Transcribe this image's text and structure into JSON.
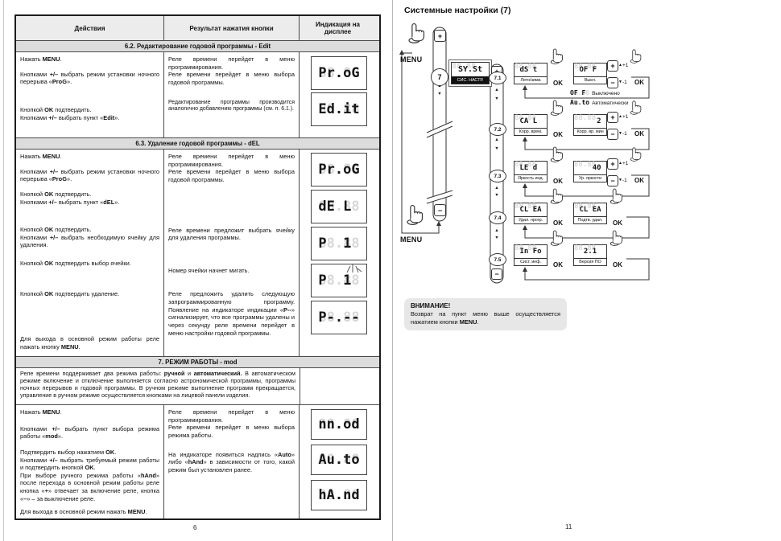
{
  "left_page": {
    "page_number": "6",
    "headers": {
      "actions": "Действия",
      "result": "Результат нажатия кнопки",
      "indication": "Индикация на дисплее"
    },
    "s62": {
      "title": "6.2. Редактирование годовой программы - Edit",
      "a1": [
        "Нажать ",
        {
          "b": "MENU"
        },
        "."
      ],
      "a2": [
        "Кнопками ",
        {
          "b": "+/–"
        },
        " выбрать режим установки ночного перерыва «",
        {
          "b": "ProG"
        },
        "»."
      ],
      "a3": [
        "Кнопкой ",
        {
          "b": "OK"
        },
        " подтвердить."
      ],
      "a4": [
        "Кнопками ",
        {
          "b": "+/–"
        },
        " выбрать пункт «",
        {
          "b": "Edit"
        },
        "»."
      ],
      "r1": "Реле времени перейдет в меню программирования.",
      "r2": "Реле времени перейдет в меню выбора годовой программы.",
      "r3": "Редактирование программы производится аналогично добавлению программы (см. п. 6.1.).",
      "d1": {
        "lit": "Pr.oG",
        "ghost": "88.88"
      },
      "d2": {
        "lit": "Ed.it",
        "ghost": "88.88"
      }
    },
    "s63": {
      "title": "6.3. Удаление годовой программы - dEL",
      "a1": [
        "Нажать ",
        {
          "b": "MENU"
        },
        "."
      ],
      "a2": [
        "Кнопками ",
        {
          "b": "+/–"
        },
        " выбрать режим установки ночного перерыва «",
        {
          "b": "ProG"
        },
        "»."
      ],
      "a3": [
        "Кнопкой ",
        {
          "b": "OK"
        },
        " подтвердить."
      ],
      "a4": [
        "Кнопками ",
        {
          "b": "+/–"
        },
        " выбрать пункт «",
        {
          "b": "dEL"
        },
        "»."
      ],
      "a5": [
        "Кнопкой ",
        {
          "b": "OK"
        },
        " подтвердить."
      ],
      "a6": [
        "Кнопками ",
        {
          "b": "+/–"
        },
        " выбрать необходимую ячейку для удаления."
      ],
      "a7": [
        "Кнопкой ",
        {
          "b": "OK"
        },
        " подтвердить выбор ячейки."
      ],
      "a8": [
        "Кнопкой ",
        {
          "b": "OK"
        },
        " подтвердить удаление."
      ],
      "a9": [
        "Для выхода в основной режим работы реле нажать кнопку ",
        {
          "b": "MENU"
        },
        "."
      ],
      "r1": "Реле времени перейдет в меню программирования.",
      "r2": "Реле времени перейдет в меню выбора годовой программы.",
      "r3": "Реле времени предложит выбрать ячейку для удаления программы.",
      "r4": "Номер ячейки начнет мигать.",
      "r5": [
        "Реле предложить удалить следующую запрограммированную программу. Появление на индикаторе индикации «",
        {
          "b": "P--"
        },
        "» сигнализирует, что все программы удалены и через секунду реле времени перейдет в меню настройки годовой программы."
      ],
      "d1": {
        "lit": "Pr.oG",
        "ghost": "88.88"
      },
      "d2": {
        "lit": "dE L ",
        "ghost": "88.88"
      },
      "d3": {
        "lit": "P  1 ",
        "ghost": "88.88"
      },
      "d4": {
        "lit": "P  1 ",
        "ghost": "88.88"
      },
      "d5": {
        "lit": "P-.--",
        "ghost": "88.88"
      }
    },
    "s7": {
      "title": "7. РЕЖИМ РАБОТЫ - mod",
      "intro": [
        "Реле времени поддерживает два режима работы: ",
        {
          "b": "ручной"
        },
        " и ",
        {
          "b": "автоматический."
        },
        " В автоматическом режиме включение и отключение выполняется согласно астрономической программы, программы ночных перерывов и годовой программы. В ручном режиме выполнение программ прекращается, управление в ручном режиме осуществляется кнопками на лицевой панели изделия."
      ],
      "a1": [
        "Нажать ",
        {
          "b": "MENU"
        },
        "."
      ],
      "a2": [
        "Кнопками ",
        {
          "b": "+/–"
        },
        " выбрать пункт выбора режима работы «",
        {
          "b": "mod"
        },
        "»."
      ],
      "a3": [
        "Подтвердить выбор нажатием ",
        {
          "b": "OK"
        },
        "."
      ],
      "a4": [
        "Кнопками ",
        {
          "b": "+/–"
        },
        " выбрать требуемый режим работы и подтвердить кнопкой ",
        {
          "b": "OK"
        },
        "."
      ],
      "a5": [
        "При выборе ручного режима работы «",
        {
          "b": "hAnd"
        },
        "» после перехода в основной режим работы реле кнопка «",
        {
          "b": "+"
        },
        "» отвечает за включение реле, кнопка «",
        {
          "b": "–"
        },
        "» – за выключение реле."
      ],
      "a6": [
        "Для выхода в основной режим нажать ",
        {
          "b": "MENU"
        },
        "."
      ],
      "r1": "Реле времени перейдет в меню программирования.",
      "r2": "Реле времени перейдет в меню выбора режима работы.",
      "r3": [
        "На индикаторе появиться надпись «",
        {
          "b": "Auto"
        },
        "» либо «",
        {
          "b": "hAnd"
        },
        "» в зависимости от того, какой режим был установлен ранее."
      ],
      "d1": {
        "lit": "nn.od",
        "ghost": "88.88"
      },
      "d2": {
        "lit": "Au.to",
        "ghost": "88.88"
      },
      "d3": {
        "lit": "hA.nd",
        "ghost": "88.88"
      }
    }
  },
  "right_page": {
    "page_number": "11",
    "title": "Системные настройки (7)",
    "menu_top": "MENU",
    "menu_bottom": "MENU",
    "ok": "OK",
    "icons": {
      "plus": "+",
      "minus": "−",
      "up": "▲",
      "down": "▼"
    },
    "root": {
      "num": "7",
      "lit": "SY.St",
      "ghost": "88.88",
      "label": "СИС. НАСТР."
    },
    "steps": [
      {
        "num": "7.1",
        "d1_lit": "dS t ",
        "d1_ghost": "88.88",
        "d1_label": "Лето/зима",
        "d2_lit": "OF F ",
        "d2_ghost": "88.88",
        "d2_label": "Выкл.",
        "plus1": "+1",
        "minus1": "-1"
      },
      {
        "num": "7.2",
        "d1_lit": "CA L ",
        "d1_ghost": "88.88",
        "d1_label": "Корр. врем.",
        "d2_lit": "    2",
        "d2_ghost": "88.88",
        "d2_label": "Корр. вр. мин",
        "plus1": "+1",
        "minus1": "-1"
      },
      {
        "num": "7.3",
        "d1_lit": "LE d ",
        "d1_ghost": "88.88",
        "d1_label": "Яркость инд.",
        "d2_lit": "   40",
        "d2_ghost": "88.88",
        "d2_label": "Ур. яркости",
        "plus1": "+1",
        "minus1": "-1"
      },
      {
        "num": "7.4",
        "d1_lit": "CL EA",
        "d1_ghost": "88.88",
        "d1_label": "Удал. прогр.",
        "d2_lit": "CL EA",
        "d2_ghost": "88.88",
        "d2_label": "Подтв. удал."
      },
      {
        "num": "7.5",
        "d1_lit": "In Fo",
        "d1_ghost": "88.88",
        "d1_label": "Сист. инф.",
        "d2_lit": " 2.1 ",
        "d2_ghost": "88.88",
        "d2_label": "Версия ПО"
      }
    ],
    "legend": [
      {
        "seg": "OF F ",
        "ghost": "88.88",
        "text": "Выключено"
      },
      {
        "seg": "Au.to",
        "ghost": "88.88",
        "text": "Автоматически"
      }
    ],
    "notice": {
      "title": "ВНИМАНИЕ!",
      "body": [
        "Возврат на пункт меню выше осуществляется нажатием кнопки ",
        {
          "b": "MENU"
        },
        "."
      ]
    }
  }
}
